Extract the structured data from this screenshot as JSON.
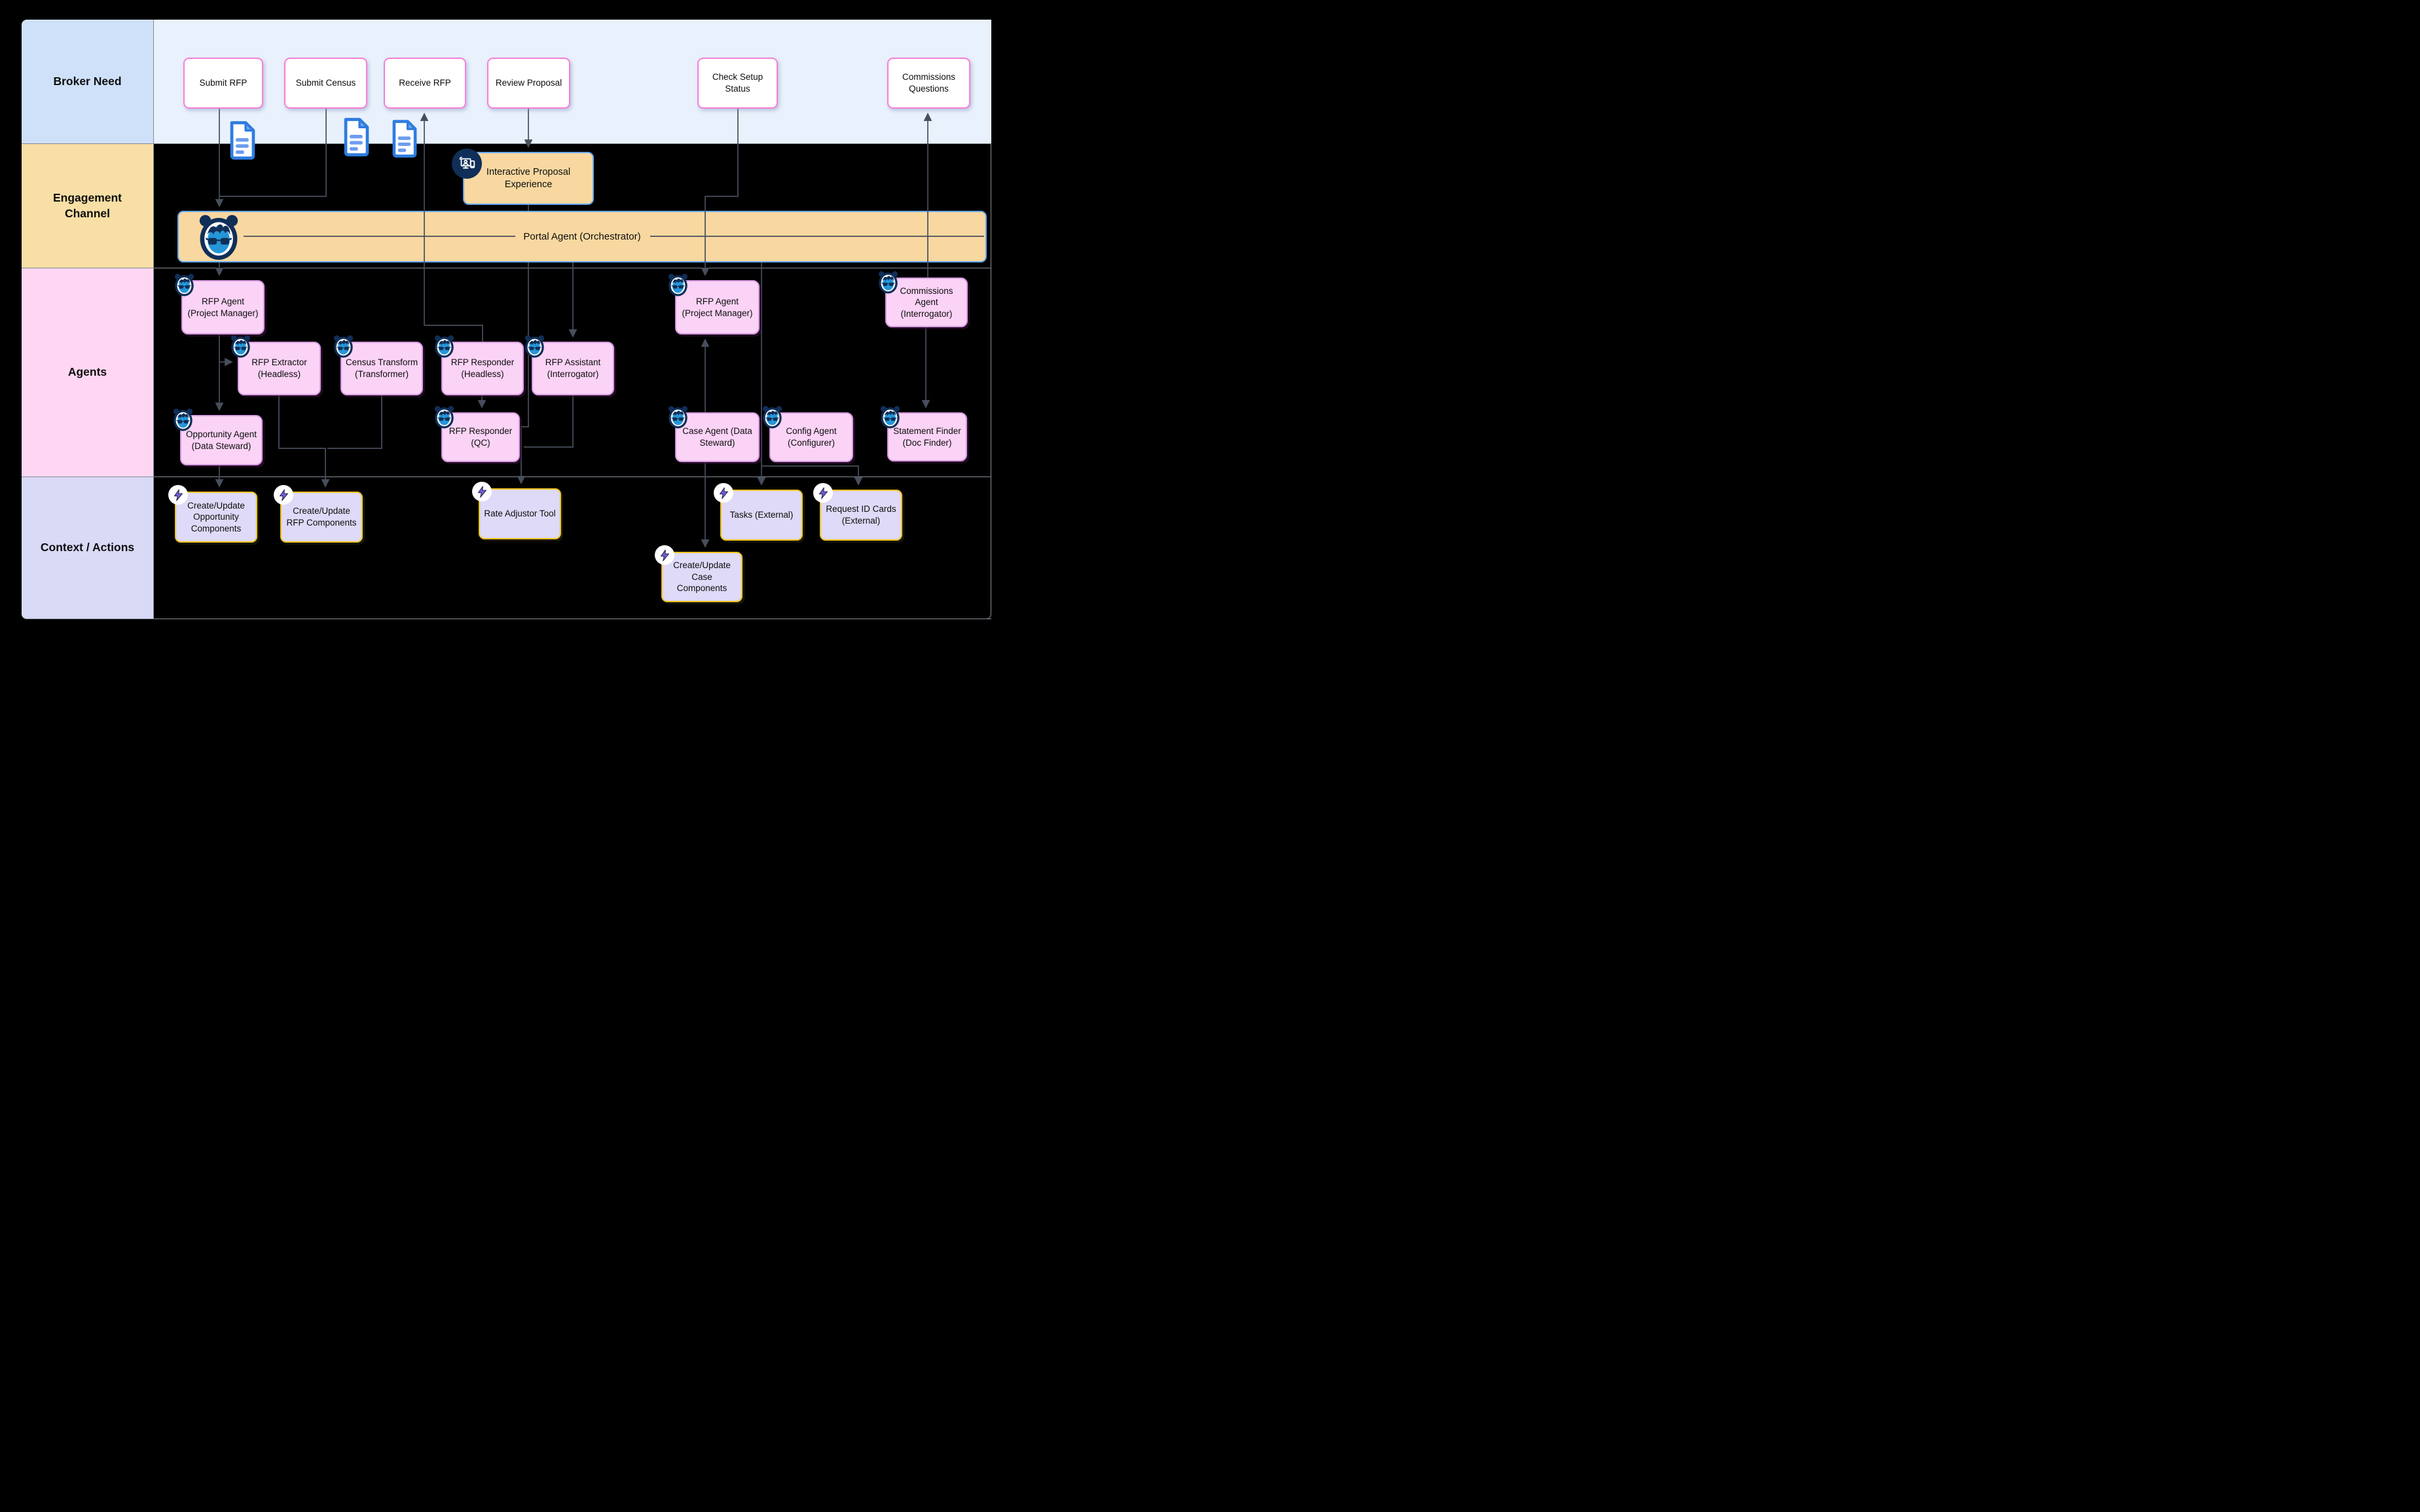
{
  "lanes": [
    {
      "label": "Broker Need"
    },
    {
      "label": "Engagement Channel"
    },
    {
      "label": "Agents"
    },
    {
      "label": "Context / Actions"
    }
  ],
  "broker_needs": [
    {
      "label": "Submit RFP"
    },
    {
      "label": "Submit Census"
    },
    {
      "label": "Receive RFP"
    },
    {
      "label": "Review Proposal"
    },
    {
      "label": "Check Setup Status"
    },
    {
      "label": "Commissions Questions"
    }
  ],
  "engagement": {
    "interactive_experience": {
      "label": "Interactive Proposal Experience",
      "icon": "screen-share-icon"
    },
    "portal_agent": {
      "label": "Portal Agent (Orchestrator)",
      "icon": "robot-mascot-icon"
    }
  },
  "agents": {
    "rfp_agent_left": {
      "label": "RFP Agent (Project Manager)"
    },
    "rfp_extractor": {
      "label": "RFP Extractor (Headless)"
    },
    "census_transform": {
      "label": "Census Transform (Transformer)"
    },
    "rfp_responder_headless": {
      "label": "RFP Responder (Headless)"
    },
    "rfp_assistant": {
      "label": "RFP Assistant (Interrogator)"
    },
    "opportunity_agent": {
      "label": "Opportunity Agent (Data Steward)"
    },
    "rfp_responder_qc": {
      "label": "RFP Responder (QC)"
    },
    "rfp_agent_right": {
      "label": "RFP Agent (Project Manager)"
    },
    "case_agent": {
      "label": "Case Agent (Data Steward)"
    },
    "config_agent": {
      "label": "Config Agent (Configurer)"
    },
    "commissions_agent": {
      "label": "Commissions Agent (Interrogator)"
    },
    "statement_finder": {
      "label": "Statement Finder (Doc Finder)"
    }
  },
  "actions": {
    "opportunity_components": {
      "label": "Create/Update Opportunity Components"
    },
    "rfp_components": {
      "label": "Create/Update RFP Components"
    },
    "rate_adjustor": {
      "label": "Rate Adjustor Tool"
    },
    "tasks_external": {
      "label": "Tasks (External)"
    },
    "request_id_cards": {
      "label": "Request ID Cards (External)"
    },
    "case_components": {
      "label": "Create/Update Case Components"
    }
  },
  "icons": {
    "agent_badge": "robot-mascot-icon",
    "action_badge": "lightning-bolt-icon",
    "document": "document-icon",
    "experience_badge": "screen-share-icon"
  },
  "colors": {
    "canvas_bg": "#000000",
    "lane_broker_label_bg": "#cfe1f9",
    "lane_broker_row_bg": "#e9f1fc",
    "lane_engagement_label_bg": "#f8dfa5",
    "lane_agents_label_bg": "#ffd7f3",
    "lane_context_label_bg": "#d9daf6",
    "need_box_bg": "#ffffff",
    "need_box_border": "#f97ed9",
    "engagement_box_bg": "#f8d8a0",
    "engagement_box_border": "#66a8ef",
    "agent_box_bg": "#fbd3f6",
    "agent_box_border": "#d79ce2",
    "action_box_bg": "#dedaf7",
    "action_box_border": "#f0c31d",
    "wire": "#474e5c",
    "divider": "#868b95",
    "doc_icon_blue": "#2e7ce0",
    "mascot_navy": "#102f58",
    "mascot_face_blue": "#2596d8",
    "bolt_purple": "#7162d8",
    "text": "#0d0d0d"
  }
}
